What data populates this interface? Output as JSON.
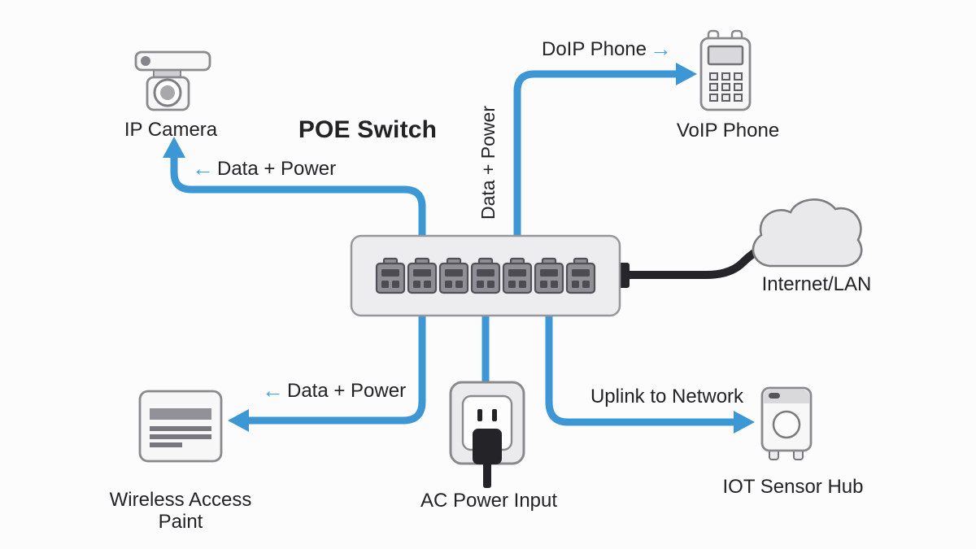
{
  "colors": {
    "accent": "#3d97d5",
    "arrow_glyph": "#4aa3dc",
    "cable": "#26262a",
    "text": "#232326"
  },
  "glyphs": {
    "left_arrow": "←",
    "right_arrow": "→"
  },
  "nodes": {
    "poe_switch": {
      "title": "POE Switch",
      "port_count": "7"
    },
    "ip_camera": {
      "label": "IP Camera"
    },
    "voip_phone": {
      "label": "VoIP Phone"
    },
    "internet": {
      "label": "Internet/LAN"
    },
    "wireless_access_point": {
      "label_line1": "Wireless Access",
      "label_line2": "Paint"
    },
    "ac_power": {
      "label": "AC Power Input"
    },
    "iot_hub": {
      "label": "IOT Sensor Hub"
    }
  },
  "edges": {
    "switch_to_camera": {
      "label": "Data + Power"
    },
    "switch_to_phone": {
      "label": "DoIP Phone",
      "vertical_label": "Data + Power"
    },
    "switch_to_wap": {
      "label": "Data + Power"
    },
    "switch_to_iot": {
      "label": "Uplink to Network"
    }
  }
}
